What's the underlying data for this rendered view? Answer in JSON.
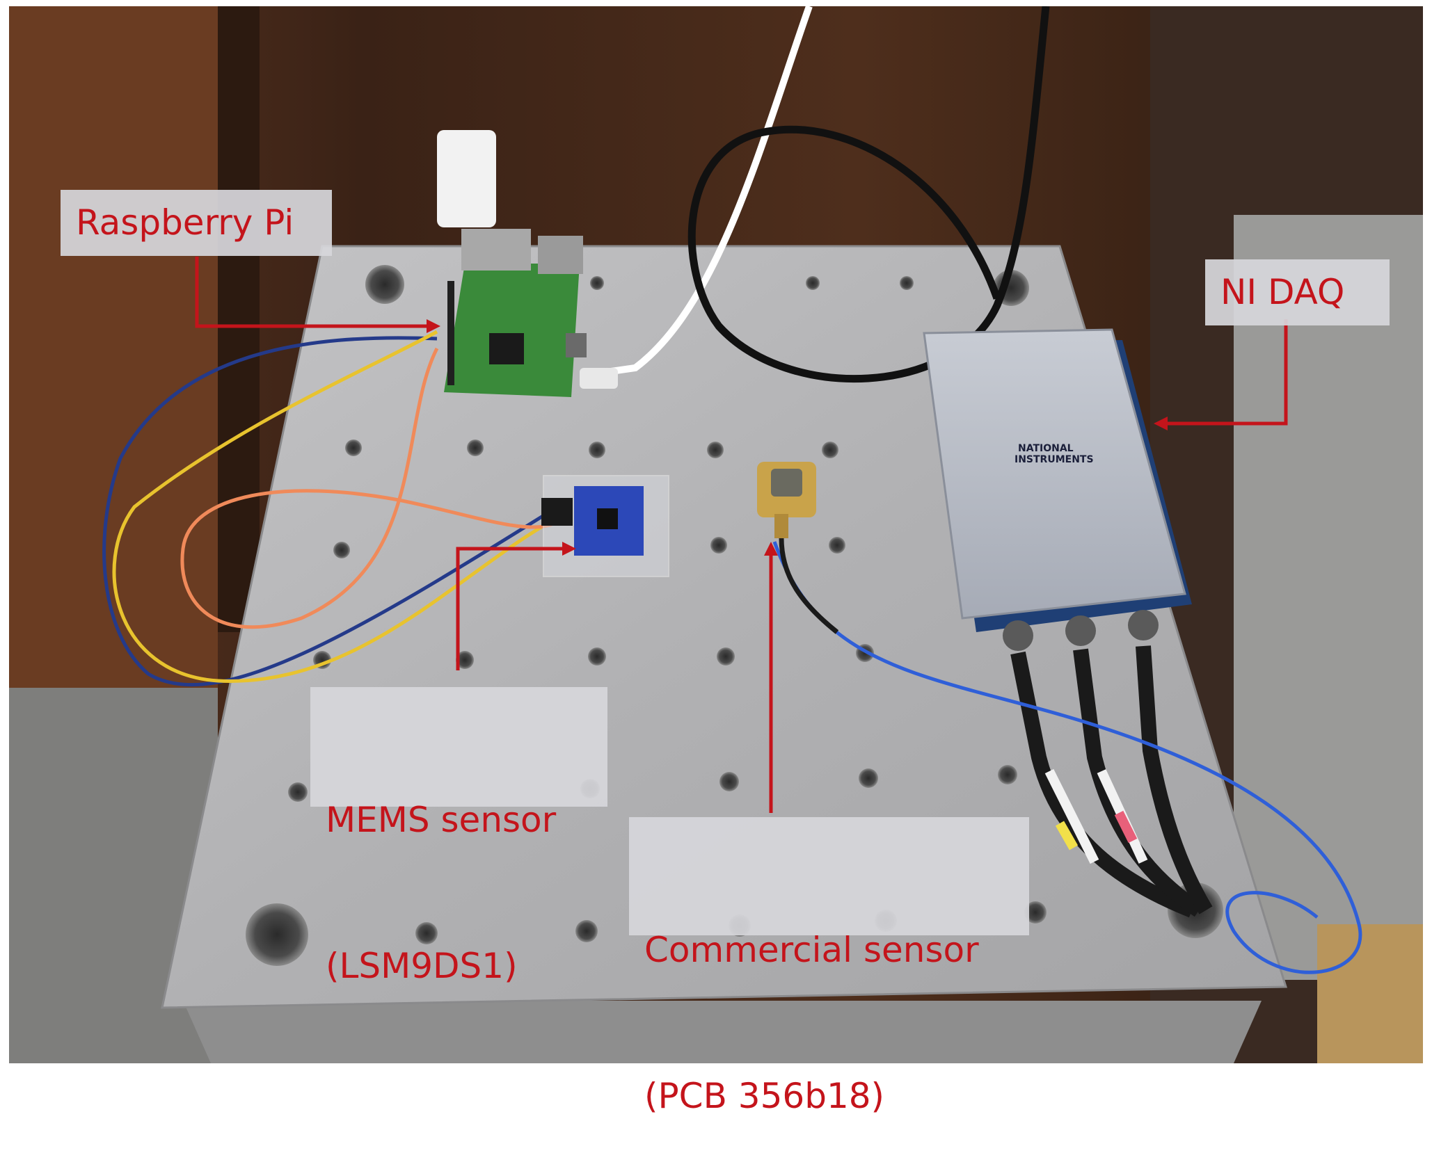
{
  "labels": {
    "raspberry_pi": "Raspberry Pi",
    "ni_daq": "NI DAQ",
    "mems_line1": "MEMS sensor",
    "mems_line2": "(LSM9DS1)",
    "commercial_line1": "Commercial sensor",
    "commercial_line2": "(PCB 356b18)"
  },
  "daq_branding": {
    "line1": "NATIONAL",
    "line2": "INSTRUMENTS"
  },
  "colors": {
    "arrow": "#c4141b",
    "label_text": "#c4141b",
    "label_bg": "#d6d6da",
    "plate": "#b4b4b6",
    "wall": "#4a2b18",
    "pcb_green": "#3a8a3a",
    "daq_body": "#b8bcc6",
    "daq_base": "#1f3f75",
    "mems_board": "#2c48b8",
    "commercial_sensor": "#c9a34a",
    "cable_blue": "#2f5fd8"
  }
}
